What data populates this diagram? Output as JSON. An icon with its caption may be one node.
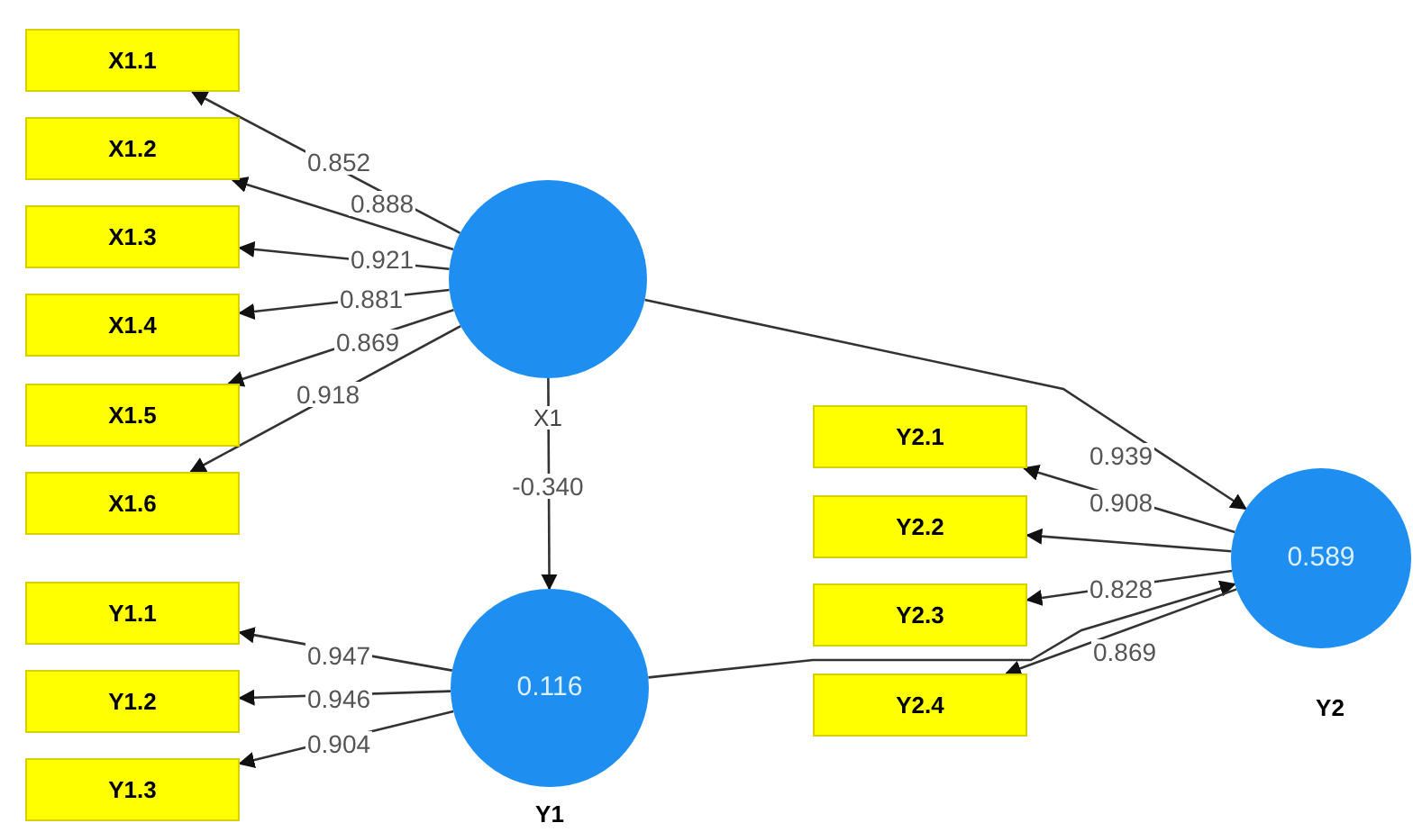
{
  "diagram": {
    "nodes": [
      {
        "text": [],
        "shape": "circle",
        "beside": [
          "X1"
        ]
      },
      {
        "text": [
          "0.116"
        ],
        "beside": [
          "Y1"
        ]
      },
      {
        "text": [
          "0.589"
        ],
        "beside": [
          "Y2"
        ]
      },
      {
        "text": [
          "X1.1"
        ]
      },
      {
        "text": [
          "X1.2"
        ]
      },
      {
        "text": [
          "X1.3"
        ]
      },
      {
        "text": [
          "X1.4"
        ]
      },
      {
        "text": [
          "X1.5"
        ]
      },
      {
        "text": [
          "X1.6"
        ]
      },
      {
        "text": [
          "Y1.1"
        ]
      },
      {
        "text": [
          "Y1.2"
        ]
      },
      {
        "text": [
          "Y1.3"
        ]
      },
      {
        "text": [
          "Y2.1"
        ]
      },
      {
        "text": [
          "Y2.2"
        ]
      },
      {
        "text": [
          "Y2.3"
        ]
      },
      {
        "text": [
          "Y2.4"
        ]
      }
    ],
    "edges": [
      {
        "from": 0,
        "to": 3,
        "arrow": "to",
        "label": "0.852"
      },
      {
        "from": 0,
        "to": 4,
        "arrow": "to",
        "label": "0.888"
      },
      {
        "from": 0,
        "to": 5,
        "arrow": "to",
        "label": "0.921"
      },
      {
        "from": 0,
        "to": 6,
        "arrow": "to",
        "label": "0.881"
      },
      {
        "from": 0,
        "to": 7,
        "arrow": "to",
        "label": "0.869"
      },
      {
        "from": 0,
        "to": 8,
        "arrow": "to",
        "label": "0.918"
      },
      {
        "from": 0,
        "to": 1,
        "arrow": "to",
        "label": "-0.340"
      },
      {
        "from": 1,
        "to": 9,
        "arrow": "to",
        "label": "0.947"
      },
      {
        "from": 1,
        "to": 10,
        "arrow": "to",
        "label": "0.946"
      },
      {
        "from": 1,
        "to": 11,
        "arrow": "to",
        "label": "0.904"
      },
      {
        "from": 0,
        "to": 2,
        "arrow": "to"
      },
      {
        "from": 1,
        "to": 2,
        "arrow": "to"
      },
      {
        "from": 2,
        "to": 12,
        "arrow": "to",
        "label": "0.939"
      },
      {
        "from": 2,
        "to": 13,
        "arrow": "to",
        "label": "0.908"
      },
      {
        "from": 2,
        "to": 14,
        "arrow": "to",
        "label": "0.828"
      },
      {
        "from": 2,
        "to": 15,
        "arrow": "to",
        "label": "0.869"
      }
    ]
  }
}
